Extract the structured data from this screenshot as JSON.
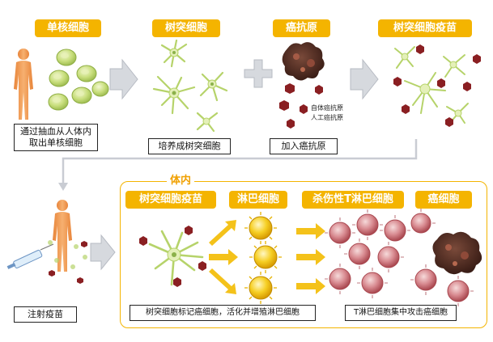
{
  "labels": {
    "monocyte": "单核细胞",
    "dendritic": "树突细胞",
    "antigen": "癌抗原",
    "dc_vaccine": "树突细胞疫苗",
    "in_vivo": "体内",
    "dc_vaccine2": "树突细胞疫苗",
    "lymphocyte": "淋巴细胞",
    "killer_t": "杀伤性T淋巴细胞",
    "cancer_cell": "癌细胞"
  },
  "captions": {
    "extract": [
      "通过抽血从人体内",
      "取出单核细胞"
    ],
    "culture": "培养成树突细胞",
    "add_antigen": "加入癌抗原",
    "inject": "注射疫苗",
    "mark": "树突细胞标记癌细胞，活化并增殖淋巴细胞",
    "attack": "T淋巴细胞集中攻击癌细胞"
  },
  "antigen_types": [
    "自体癌抗原",
    "人工癌抗原"
  ],
  "colors": {
    "accent": "#f4b400",
    "arrow": "#c9ccd3",
    "body": "#f09a4a",
    "dendritic": "#cfe59a",
    "lymph": "#f3c51a",
    "tcell": "#c96a72",
    "antigen": "#8a1f22"
  }
}
